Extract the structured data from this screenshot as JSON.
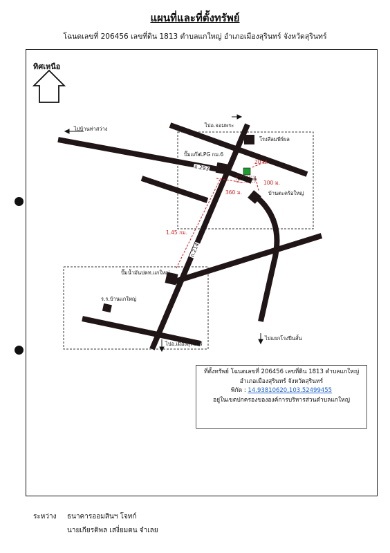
{
  "title": "แผนที่และที่ตั้งทรัพย์",
  "subtitle": "โฉนดเลขที่ 206456 เลขที่ดิน 1813 ตำบลแกใหญ่ อำเภอเมืองสุรินทร์ จังหวัดสุรินทร์",
  "north_label": "ทิศเหนือ",
  "map": {
    "labels": {
      "to_ban_tha_sawang": "ไปบ้านท่าสว่าง",
      "to_ao_chom_phra": "ไปอ.จอมพระ",
      "rong_sI_lom": "โรงสีลมพีร์ผล",
      "lpg_station": "ปั๊มแก๊สLPG กม.6",
      "road_293": "ถ.293",
      "distance_20m": "20 ม.",
      "property": "ที่ตั้งทรัพย์",
      "distance_100m": "100 ม.",
      "distance_360m": "360 ม.",
      "ban_tako_sai": "บ้านตะคร้อใหญ่",
      "distance_145km": "1.45 กม.",
      "road_214": "ถ.214",
      "ptt_station": "ปั๊มน้ำมันปตท.แกใหญ่",
      "school": "ร.ร.บ้านแกใหญ่",
      "to_mueang_surin": "ไปอ.เมืองสุรินทร์",
      "to_yaek_krasang": "ไปแยกโรงปืนสั้น"
    }
  },
  "info": {
    "line1": "ที่ตั้งทรัพย์ โฉนดเลขที่ 206456 เลขที่ดิน 1813 ตำบลแกใหญ่",
    "line2": "อำเภอเมืองสุรินทร์ จังหวัดสุรินทร์",
    "coords_label": "พิกัด :",
    "coords_value": "14.93810620,103.52499455",
    "line4": "อยู่ในเขตปกครองขององค์การบริหารส่วนตำบลแกใหญ่"
  },
  "footer": {
    "between_label": "ระหว่าง",
    "party1": "ธนาคารออมสินฯ โจทก์",
    "party2": "นายเกียรติพล เสงี่ยมตน จำเลย"
  },
  "colors": {
    "road": "#211617",
    "distance_line": "#d81b1b",
    "property_marker": "#1e9e2e",
    "link": "#1a5fd6"
  }
}
